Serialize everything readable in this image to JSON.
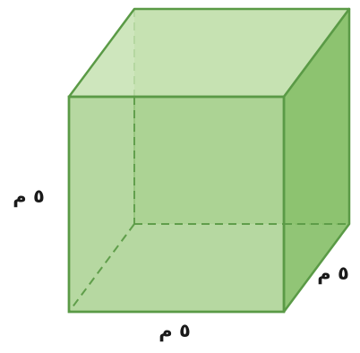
{
  "diagram": {
    "shape": "cube",
    "colors": {
      "front_face": "#a6d08c",
      "top_face": "#c6e2b2",
      "side_face": "#88c06a",
      "edge": "#5a9a46",
      "hidden_edge": "#5a9a46",
      "label": "#1a1a1a"
    },
    "labels": {
      "height": "٥ م",
      "width": "٥ م",
      "depth": "٥ م"
    }
  }
}
